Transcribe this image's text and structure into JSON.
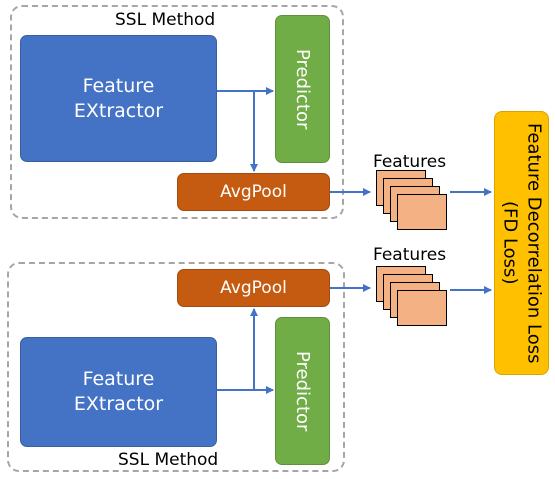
{
  "top": {
    "title": "SSL Method",
    "extractor": [
      "Feature",
      "EXtractor"
    ],
    "predictor": "Predictor",
    "avgpool": "AvgPool",
    "features": "Features"
  },
  "bottom": {
    "title": "SSL Method",
    "extractor": [
      "Feature",
      "EXtractor"
    ],
    "predictor": "Predictor",
    "avgpool": "AvgPool",
    "features": "Features"
  },
  "loss": [
    "Feature Decorrelation Loss",
    "(FD Loss)"
  ],
  "colors": {
    "extractor": "#4472c4",
    "avgpool": "#c55a11",
    "predictor": "#70ad47",
    "features": "#f4b183",
    "loss": "#ffc000",
    "arrow": "#4472c4",
    "frame": "#a6a6a6"
  }
}
